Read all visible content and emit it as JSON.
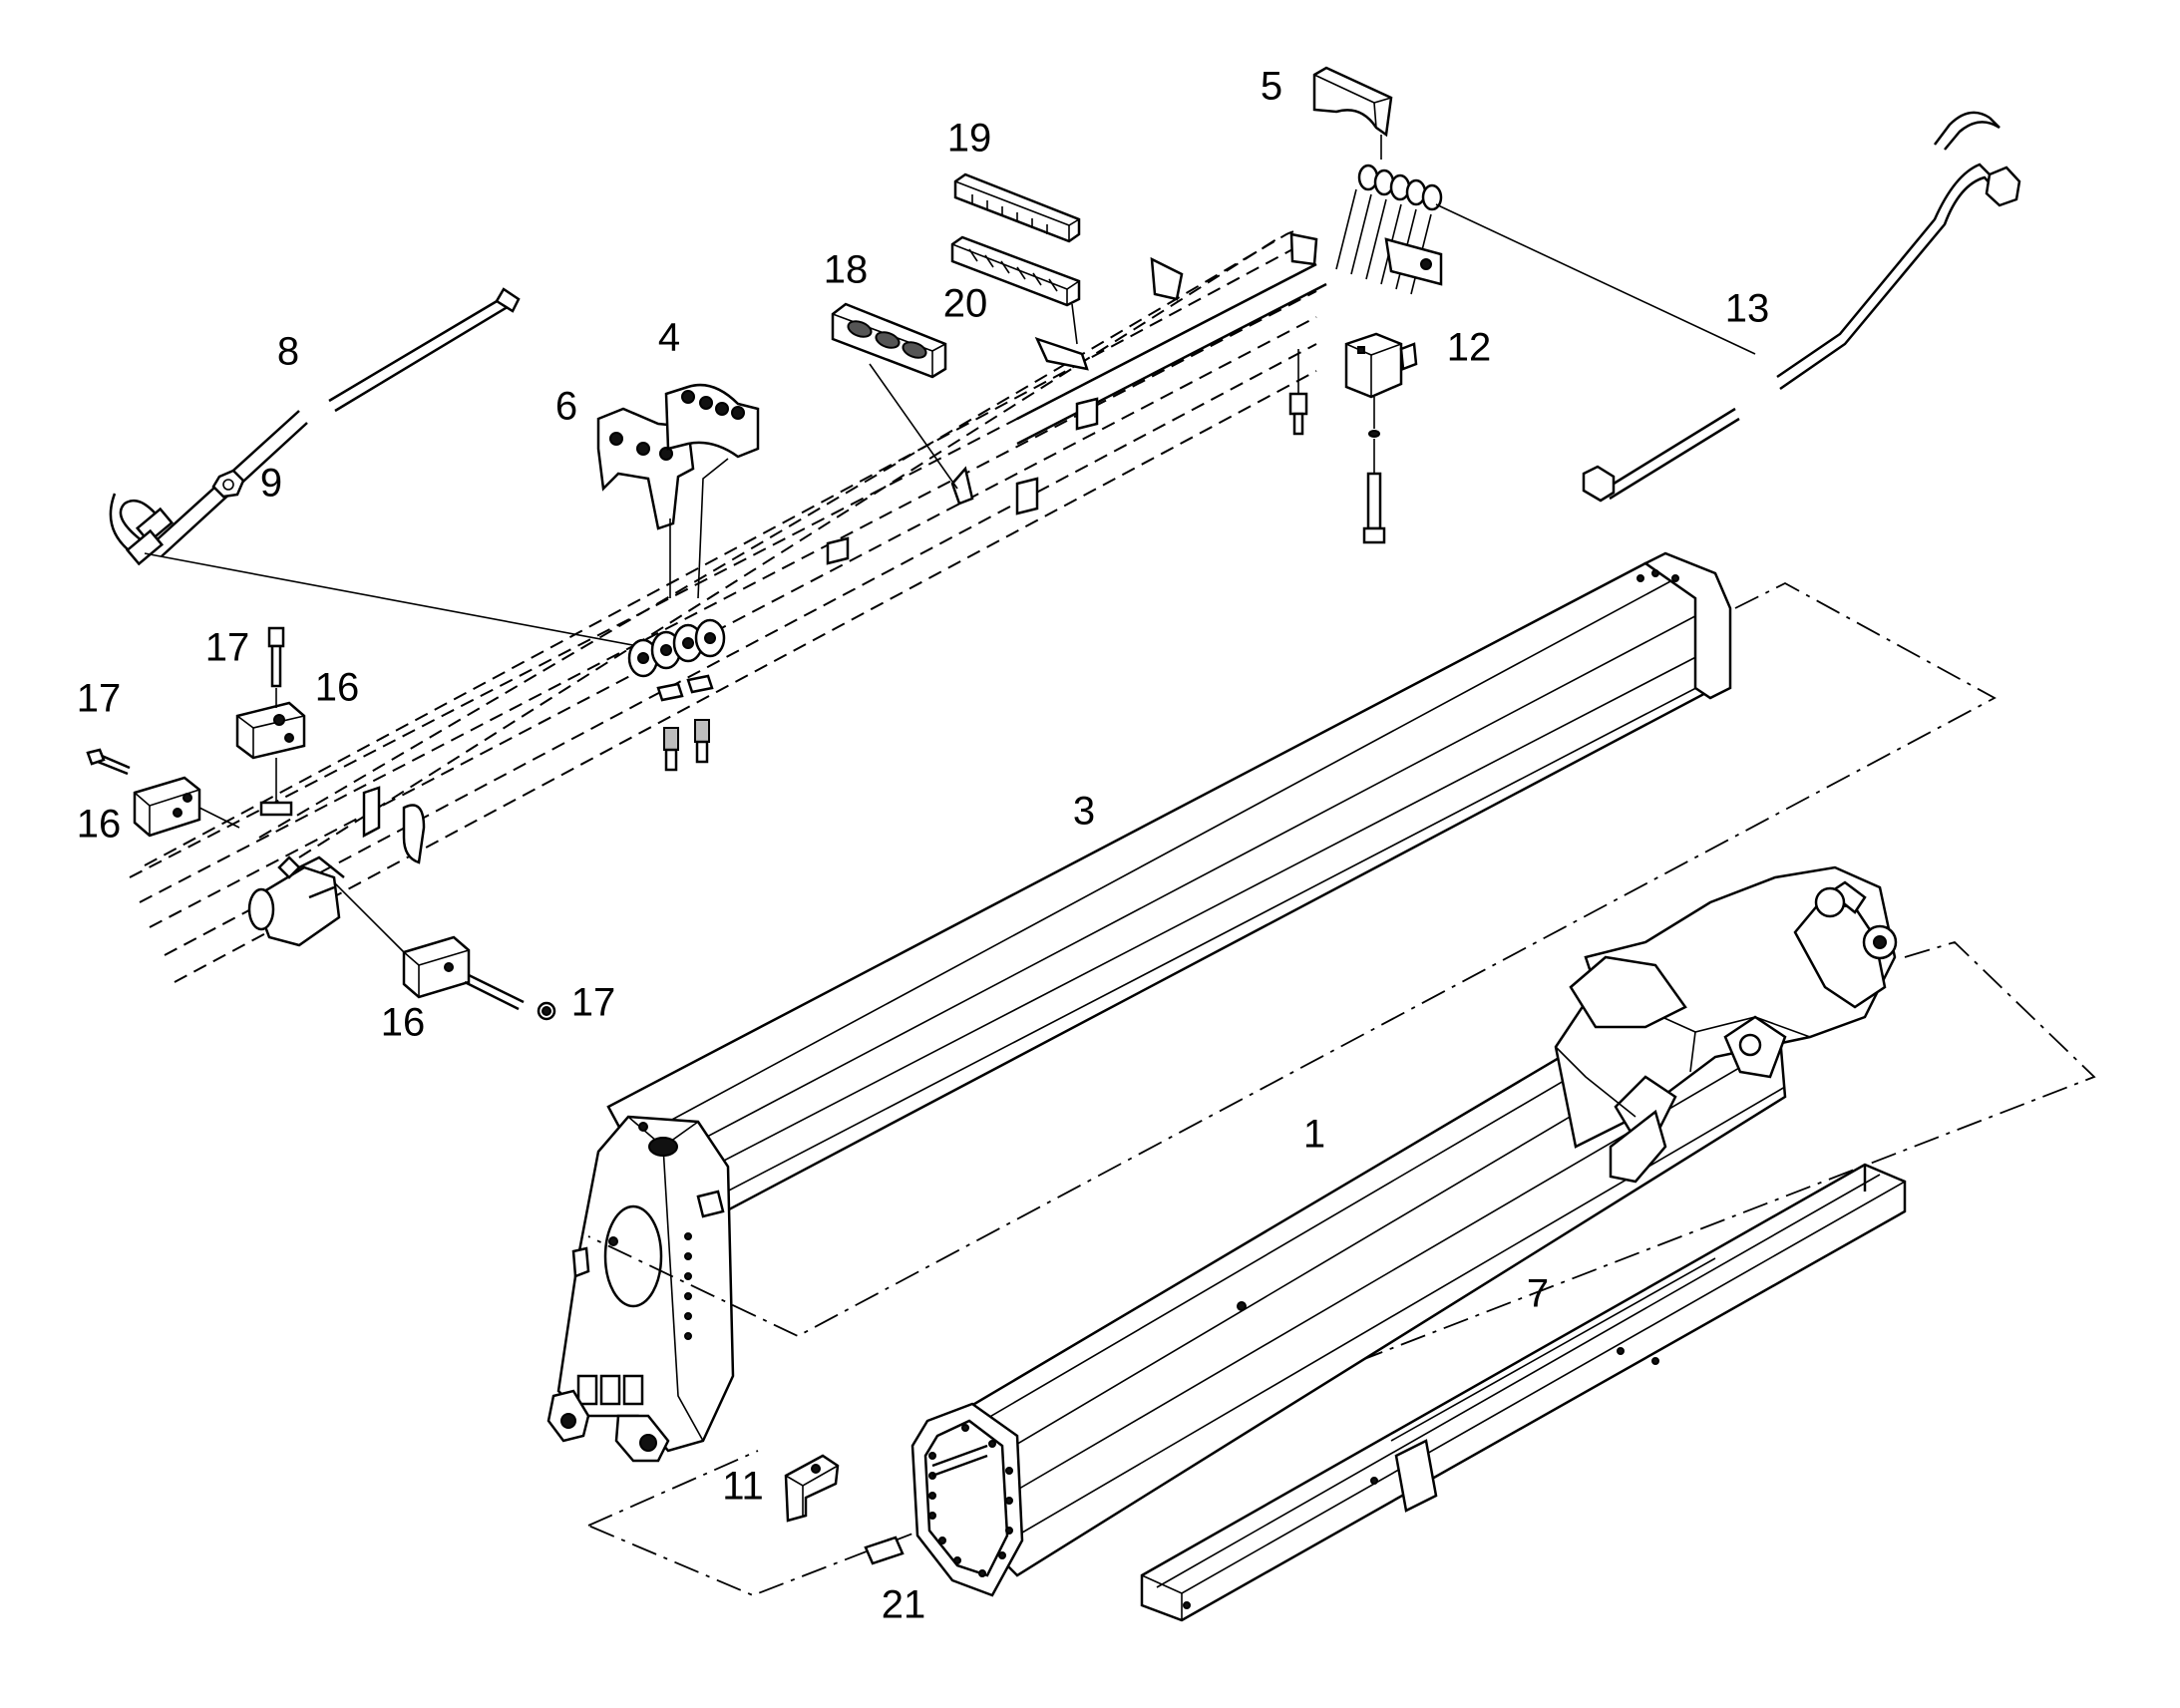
{
  "labels": {
    "p1": "1",
    "p3": "3",
    "p4": "4",
    "p5": "5",
    "p6": "6",
    "p7": "7",
    "p8": "8",
    "p9": "9",
    "p11": "11",
    "p12": "12",
    "p13": "13",
    "p16a": "16",
    "p16b": "16",
    "p16c": "16",
    "p17a": "17",
    "p17b": "17",
    "p17c": "17",
    "p18": "18",
    "p19": "19",
    "p20": "20",
    "p21": "21"
  }
}
